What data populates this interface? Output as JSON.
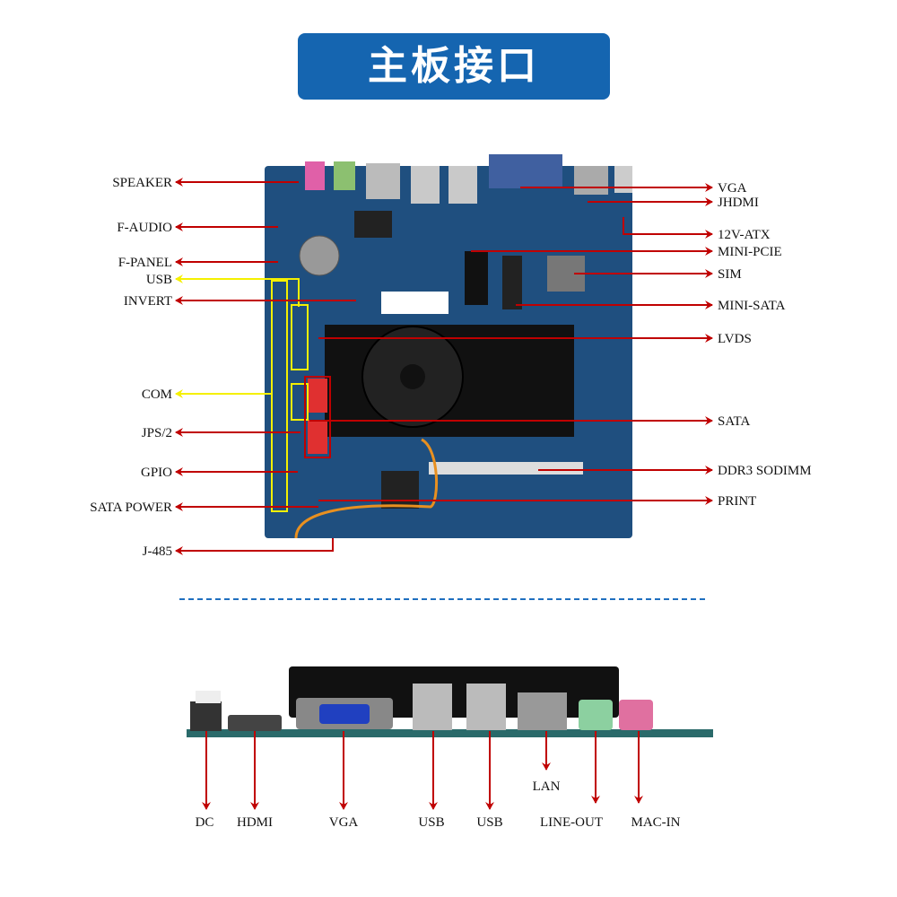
{
  "title": "主板接口",
  "colors": {
    "title_bg": "#1565b0",
    "arrow_red": "#c00000",
    "arrow_yellow": "#f5f000",
    "board": "#1f4f7f",
    "divider": "#1f6fbf"
  },
  "top_view": {
    "left_labels": [
      "SPEAKER",
      "F-AUDIO",
      "F-PANEL",
      "USB",
      "INVERT",
      "COM",
      "JPS/2",
      "GPIO",
      "SATA POWER",
      "J-485"
    ],
    "right_labels": [
      "VGA",
      "JHDMI",
      "12V-ATX",
      "MINI-PCIE",
      "SIM",
      "MINI-SATA",
      "LVDS",
      "SATA",
      "DDR3 SODIMM",
      "PRINT"
    ]
  },
  "rear_view": {
    "labels": [
      "DC",
      "HDMI",
      "VGA",
      "USB",
      "USB",
      "LAN",
      "LINE-OUT",
      "MAC-IN"
    ]
  }
}
